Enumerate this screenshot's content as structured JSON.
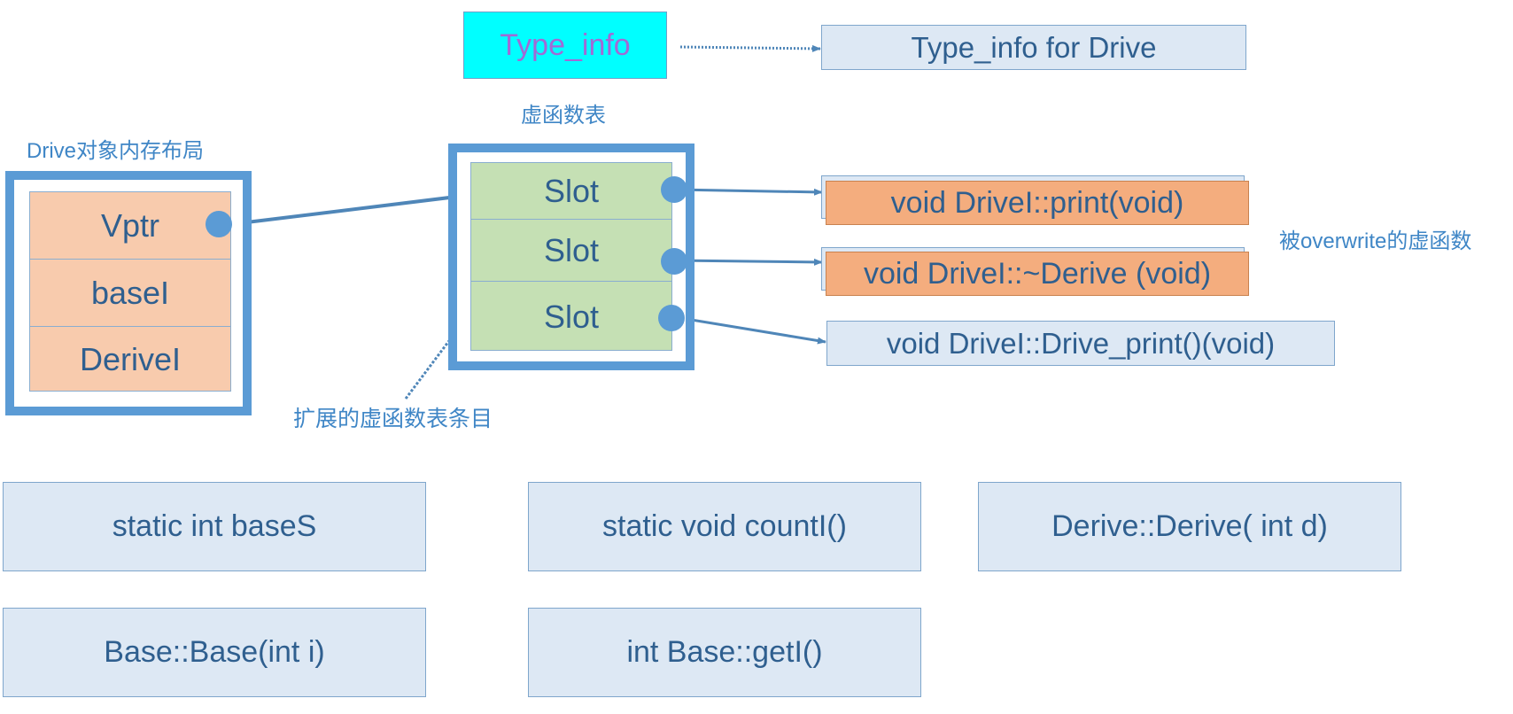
{
  "type_info": {
    "label": "Type_info",
    "target_label": "Type_info for Drive"
  },
  "captions": {
    "vtable": "虚函数表",
    "object_layout": "Drive对象内存布局",
    "overwritten": "被overwrite的虚函数",
    "extended": "扩展的虚函数表条目"
  },
  "object_fields": [
    "Vptr",
    "baseI",
    "DeriveI"
  ],
  "vtable_slots": [
    "Slot",
    "Slot",
    "Slot"
  ],
  "functions": [
    "void DriveI::print(void)",
    "void DriveI::~Derive (void)",
    "void DriveI::Drive_print()(void)"
  ],
  "members": [
    "static int baseS",
    "static void countI()",
    "Derive::Derive( int d)",
    "Base::Base(int i)",
    "int Base::getI()"
  ],
  "colors": {
    "accent_blue": "#5b9bd5",
    "type_info_fill": "#00ffff",
    "object_field_fill": "#f8cbad",
    "slot_fill": "#c5e0b4",
    "overwritten_fill": "#f4ad7e",
    "light_box_fill": "#dde8f4"
  }
}
